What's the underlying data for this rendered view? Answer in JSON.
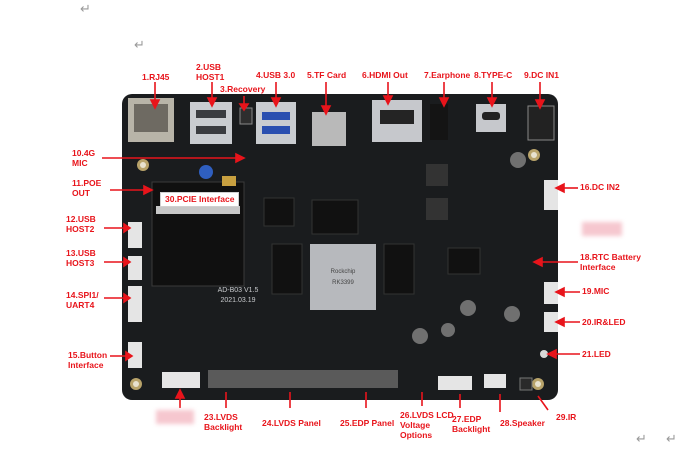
{
  "return_mark": "↵",
  "labels": {
    "l1": "1.RJ45",
    "l2a": "2.USB",
    "l2b": "HOST1",
    "l3": "3.Recovery",
    "l4": "4.USB 3.0",
    "l5": "5.TF Card",
    "l6": "6.HDMI Out",
    "l7": "7.Earphone",
    "l8": "8.TYPE-C",
    "l9": "9.DC IN1",
    "l10a": "10.4G",
    "l10b": "MIC",
    "l11a": "11.POE",
    "l11b": "OUT",
    "l12a": "12.USB",
    "l12b": "HOST2",
    "l13a": "13.USB",
    "l13b": "HOST3",
    "l14a": "14.SPI1/",
    "l14b": "UART4",
    "l15a": "15.Button",
    "l15b": "Interface",
    "l16": "16.DC IN2",
    "l18a": "18.RTC Battery",
    "l18b": "Interface",
    "l19": "19.MIC",
    "l20": "20.IR&LED",
    "l21": "21.LED",
    "l23a": "23.LVDS",
    "l23b": "Backlight",
    "l24": "24.LVDS Panel",
    "l25": "25.EDP Panel",
    "l26a": "26.LVDS LCD",
    "l26b": "Voltage",
    "l26c": "Options",
    "l27a": "27.EDP",
    "l27b": "Backlight",
    "l28": "28.Speaker",
    "l29": "29.IR",
    "l30": "30.PCIE Interface"
  },
  "board": {
    "silk_model": "AD-B03 V1.5",
    "silk_date": "2021.03.19",
    "chip_brand": "Rockchip",
    "chip_model": "RK3399"
  },
  "colors": {
    "label": "#e8141b",
    "board": "#1a1c1e",
    "arrow": "#e8141b"
  }
}
